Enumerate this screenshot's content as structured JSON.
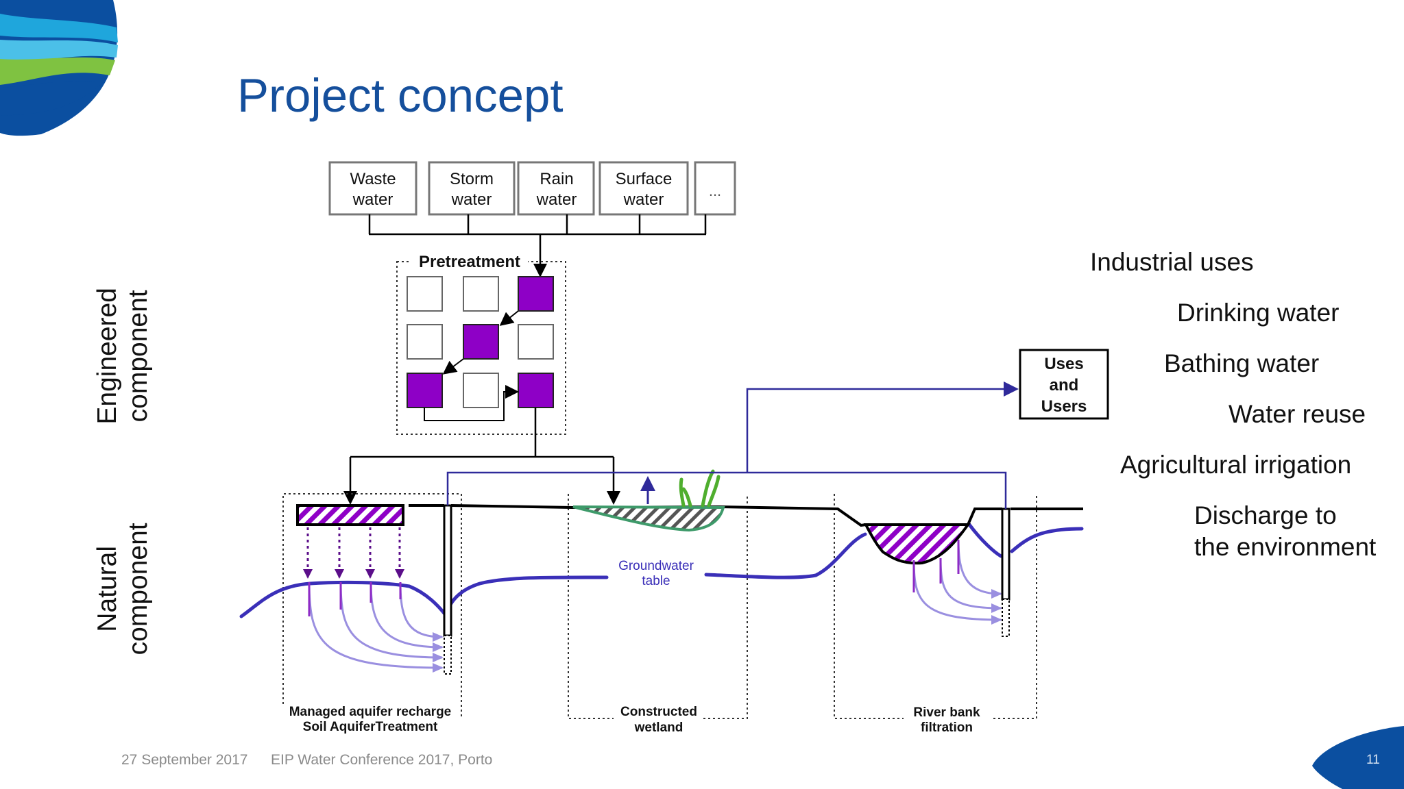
{
  "slide": {
    "title": "Project concept",
    "page_number": "11",
    "footer": {
      "date": "27 September 2017",
      "event": "EIP Water Conference 2017, Porto"
    }
  },
  "side_labels": {
    "engineered": [
      "Engineered",
      "component"
    ],
    "natural": [
      "Natural",
      "component"
    ]
  },
  "sources": [
    {
      "line1": "Waste",
      "line2": "water"
    },
    {
      "line1": "Storm",
      "line2": "water"
    },
    {
      "line1": "Rain",
      "line2": "water"
    },
    {
      "line1": "Surface",
      "line2": "water"
    },
    {
      "line1": "...",
      "line2": ""
    }
  ],
  "pretreatment": {
    "label": "Pretreatment"
  },
  "uses_box": {
    "line1": "Uses",
    "line2": "and",
    "line3": "Users"
  },
  "uses_list": [
    "Industrial uses",
    "Drinking water",
    "Bathing water",
    "Water reuse",
    "Agricultural irrigation",
    "Discharge to",
    "the environment"
  ],
  "systems": {
    "mar": {
      "line1": "Managed aquifer recharge",
      "line2": "Soil AquiferTreatment"
    },
    "wetland": {
      "line1": "Constructed",
      "line2": "wetland"
    },
    "riverbank": {
      "line1": "River bank",
      "line2": "filtration"
    }
  },
  "groundwater_label": {
    "line1": "Groundwater",
    "line2": "table"
  },
  "colors": {
    "title": "#154F9C",
    "purple": "#8E00C6",
    "groundwater": "#3A2FB8",
    "flow_line": "#2F2A9A",
    "recharge_arrows": "#9A8FE0",
    "wetland_outline": "#3E9A6A"
  }
}
